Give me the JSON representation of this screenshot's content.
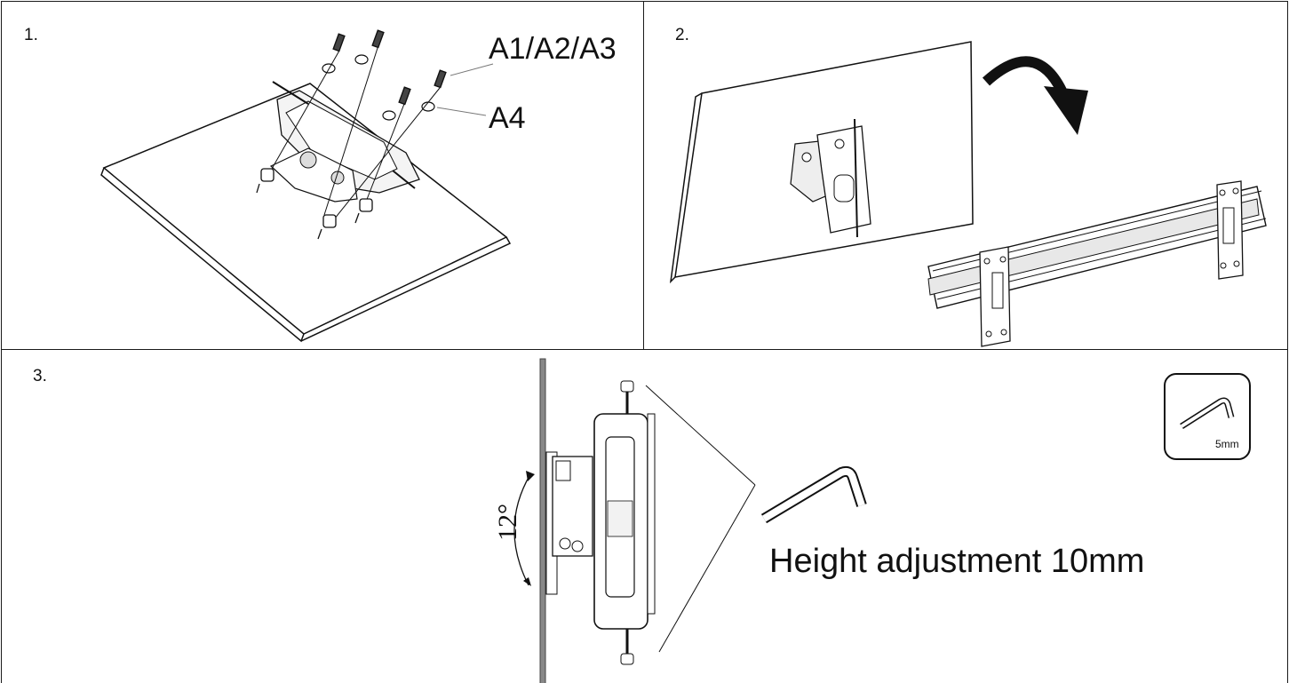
{
  "steps": {
    "step1": "1.",
    "step2": "2.",
    "step3": "3."
  },
  "panel1": {
    "callout_screws": "A1/A2/A3",
    "callout_washers": "A4"
  },
  "panel3": {
    "tilt_angle": "12°",
    "height_note": "Height adjustment 10mm",
    "tool_size": "5mm"
  }
}
